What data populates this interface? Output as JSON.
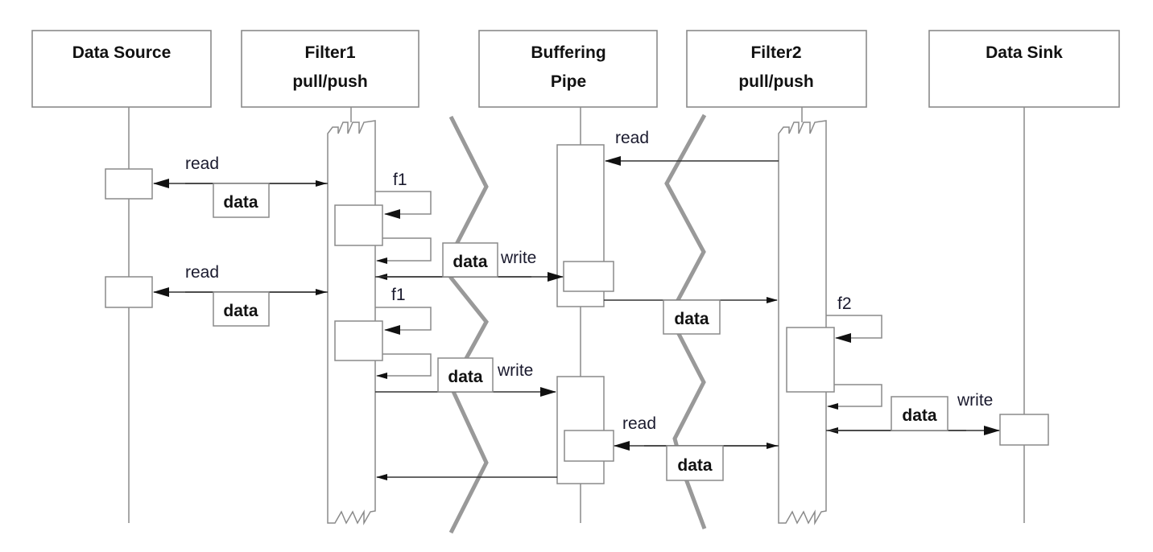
{
  "diagram": {
    "type": "sequence-diagram",
    "participants": [
      {
        "id": "source",
        "line1": "Data Source",
        "line2": ""
      },
      {
        "id": "filter1",
        "line1": "Filter1",
        "line2": "pull/push"
      },
      {
        "id": "pipe",
        "line1": "Buffering",
        "line2": "Pipe"
      },
      {
        "id": "filter2",
        "line1": "Filter2",
        "line2": "pull/push"
      },
      {
        "id": "sink",
        "line1": "Data Sink",
        "line2": ""
      }
    ],
    "messages": [
      {
        "label": "read",
        "from": "filter1",
        "to": "source",
        "return_label": "data"
      },
      {
        "label": "f1",
        "from": "filter1",
        "to": "filter1",
        "kind": "self-call"
      },
      {
        "label": "read",
        "from": "filter1",
        "to": "source",
        "return_label": "data"
      },
      {
        "label": "write",
        "from": "filter1",
        "to": "pipe",
        "payload": "data"
      },
      {
        "label": "f1",
        "from": "filter1",
        "to": "filter1",
        "kind": "self-call"
      },
      {
        "label": "write",
        "from": "filter1",
        "to": "pipe",
        "payload": "data"
      },
      {
        "label": "read",
        "from": "filter2",
        "to": "pipe",
        "return_label": "data"
      },
      {
        "label": "f2",
        "from": "filter2",
        "to": "filter2",
        "kind": "self-call"
      },
      {
        "label": "write",
        "from": "filter2",
        "to": "sink",
        "payload": "data"
      },
      {
        "label": "read",
        "from": "filter2",
        "to": "pipe",
        "return_label": "data"
      }
    ],
    "labels": {
      "read": "read",
      "write": "write",
      "data": "data",
      "f1": "f1",
      "f2": "f2"
    }
  }
}
